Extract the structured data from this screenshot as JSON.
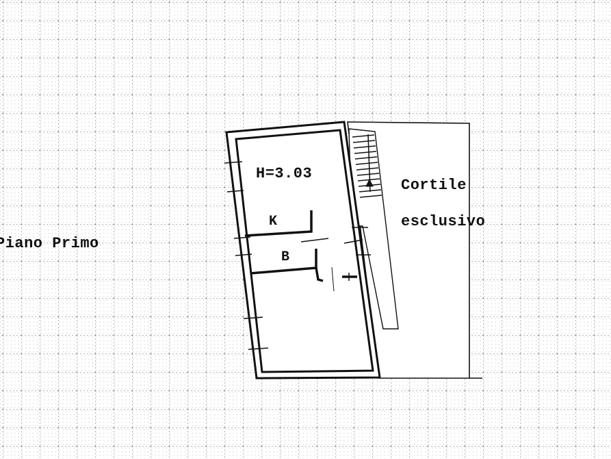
{
  "floor_label": "Piano Primo",
  "height_label": "H=3.03",
  "rooms": [
    {
      "code": "K"
    },
    {
      "code": "B"
    }
  ],
  "courtyard": {
    "line1": "Cortile",
    "line2": "esclusivo"
  },
  "colors": {
    "ink": "#111111",
    "grid": "#555555",
    "paper": "#ffffff"
  }
}
